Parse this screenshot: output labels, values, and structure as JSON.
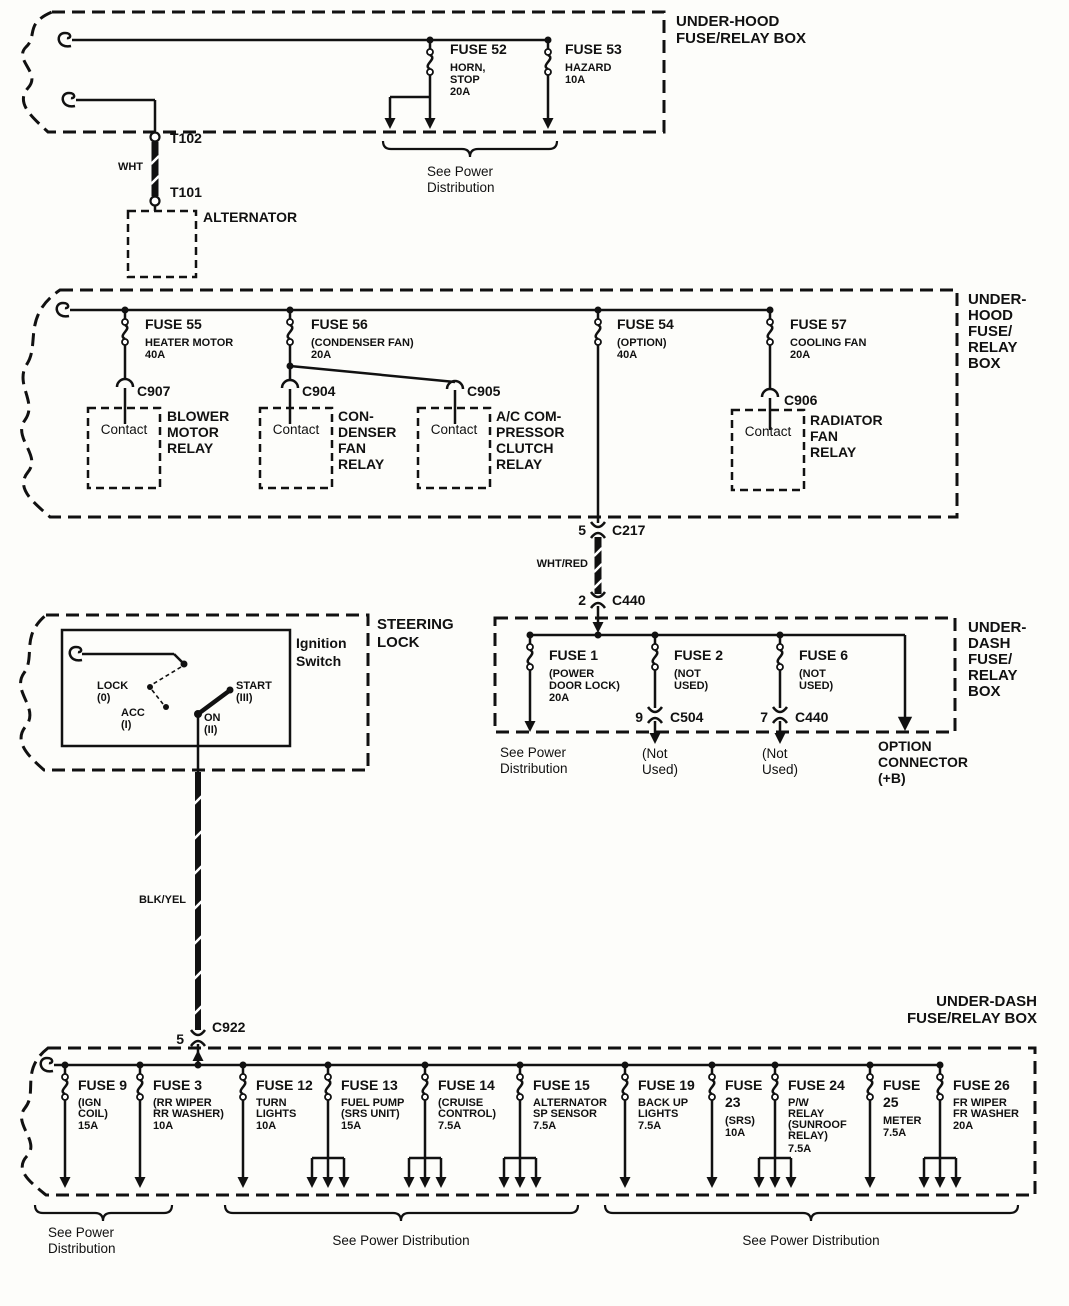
{
  "top_box": {
    "title": [
      "UNDER-HOOD",
      "FUSE/RELAY BOX"
    ],
    "fuse52": {
      "name": "FUSE 52",
      "desc": [
        "HORN,",
        "STOP",
        "20A"
      ]
    },
    "fuse53": {
      "name": "FUSE 53",
      "desc": [
        "HAZARD",
        "10A"
      ]
    },
    "t102": "T102",
    "t101": "T101",
    "wire_wht": "WHT",
    "alternator": "ALTERNATOR",
    "see_power": [
      "See Power",
      "Distribution"
    ]
  },
  "main_box": {
    "title": [
      "UNDER-",
      "HOOD",
      "FUSE/",
      "RELAY",
      "BOX"
    ],
    "fuse55": {
      "name": "FUSE 55",
      "desc": [
        "HEATER MOTOR",
        "40A"
      ]
    },
    "fuse56": {
      "name": "FUSE 56",
      "desc": [
        "(CONDENSER FAN)",
        "20A"
      ]
    },
    "fuse54": {
      "name": "FUSE 54",
      "desc": [
        "(OPTION)",
        "40A"
      ]
    },
    "fuse57": {
      "name": "FUSE 57",
      "desc": [
        "COOLING FAN",
        "20A"
      ]
    },
    "c907": "C907",
    "c904": "C904",
    "c905": "C905",
    "c906": "C906",
    "contact": "Contact",
    "blower_relay": [
      "BLOWER",
      "MOTOR",
      "RELAY"
    ],
    "condenser_relay": [
      "CON-",
      "DENSER",
      "FAN",
      "RELAY"
    ],
    "ac_relay": [
      "A/C COM-",
      "PRESSOR",
      "CLUTCH",
      "RELAY"
    ],
    "radiator_relay": [
      "RADIATOR",
      "FAN",
      "RELAY"
    ]
  },
  "link": {
    "pin5": "5",
    "c217": "C217",
    "wire": "WHT/RED",
    "pin2": "2",
    "c440": "C440"
  },
  "mid_box": {
    "title": [
      "UNDER-",
      "DASH",
      "FUSE/",
      "RELAY",
      "BOX"
    ],
    "fuse1": {
      "name": "FUSE 1",
      "desc": [
        "(POWER",
        "DOOR LOCK)",
        "20A"
      ]
    },
    "fuse2": {
      "name": "FUSE 2",
      "desc": [
        "(NOT",
        "USED)"
      ]
    },
    "fuse6": {
      "name": "FUSE 6",
      "desc": [
        "(NOT",
        "USED)"
      ]
    },
    "pin9": "9",
    "c504": "C504",
    "pin7": "7",
    "c440": "C440",
    "see_power": [
      "See Power",
      "Distribution"
    ],
    "not_used": [
      "(Not",
      "Used)"
    ],
    "option": [
      "OPTION",
      "CONNECTOR",
      "(+B)"
    ]
  },
  "steering": {
    "title": [
      "STEERING",
      "LOCK"
    ],
    "switch": [
      "Ignition",
      "Switch"
    ],
    "lock": [
      "LOCK",
      "(0)"
    ],
    "acc": [
      "ACC",
      "(I)"
    ],
    "on": [
      "ON",
      "(II)"
    ],
    "start": [
      "START",
      "(III)"
    ]
  },
  "trunk_wire": {
    "color": "BLK/YEL",
    "pin5": "5",
    "c922": "C922"
  },
  "bottom_box": {
    "title": [
      "UNDER-DASH",
      "FUSE/RELAY BOX"
    ],
    "fuses": [
      {
        "name": [
          "FUSE 9"
        ],
        "desc": [
          "(IGN",
          "COIL)",
          "15A"
        ]
      },
      {
        "name": [
          "FUSE 3"
        ],
        "desc": [
          "(RR WIPER",
          "RR WASHER)",
          "10A"
        ]
      },
      {
        "name": [
          "FUSE 12"
        ],
        "desc": [
          "TURN",
          "LIGHTS",
          "10A"
        ]
      },
      {
        "name": [
          "FUSE 13"
        ],
        "desc": [
          "FUEL PUMP",
          "(SRS UNIT)",
          "15A"
        ]
      },
      {
        "name": [
          "FUSE 14"
        ],
        "desc": [
          "(CRUISE",
          "CONTROL)",
          "7.5A"
        ]
      },
      {
        "name": [
          "FUSE 15"
        ],
        "desc": [
          "ALTERNATOR",
          "SP SENSOR",
          "7.5A"
        ]
      },
      {
        "name": [
          "FUSE 19"
        ],
        "desc": [
          "BACK UP",
          "LIGHTS",
          "7.5A"
        ]
      },
      {
        "name": [
          "FUSE",
          "23"
        ],
        "desc": [
          "(SRS)",
          "10A"
        ]
      },
      {
        "name": [
          "FUSE 24"
        ],
        "desc": [
          "P/W",
          "RELAY",
          "(SUNROOF",
          "RELAY)",
          "7.5A"
        ]
      },
      {
        "name": [
          "FUSE",
          "25"
        ],
        "desc": [
          "METER",
          "7.5A"
        ]
      },
      {
        "name": [
          "FUSE 26"
        ],
        "desc": [
          "FR WIPER",
          "FR WASHER",
          "20A"
        ]
      }
    ],
    "see_power_left": [
      "See Power",
      "Distribution"
    ],
    "see_power_mid": "See Power Distribution",
    "see_power_right": "See Power Distribution"
  },
  "colors": {
    "ink": "#111111",
    "paper": "#fdfdfa"
  }
}
